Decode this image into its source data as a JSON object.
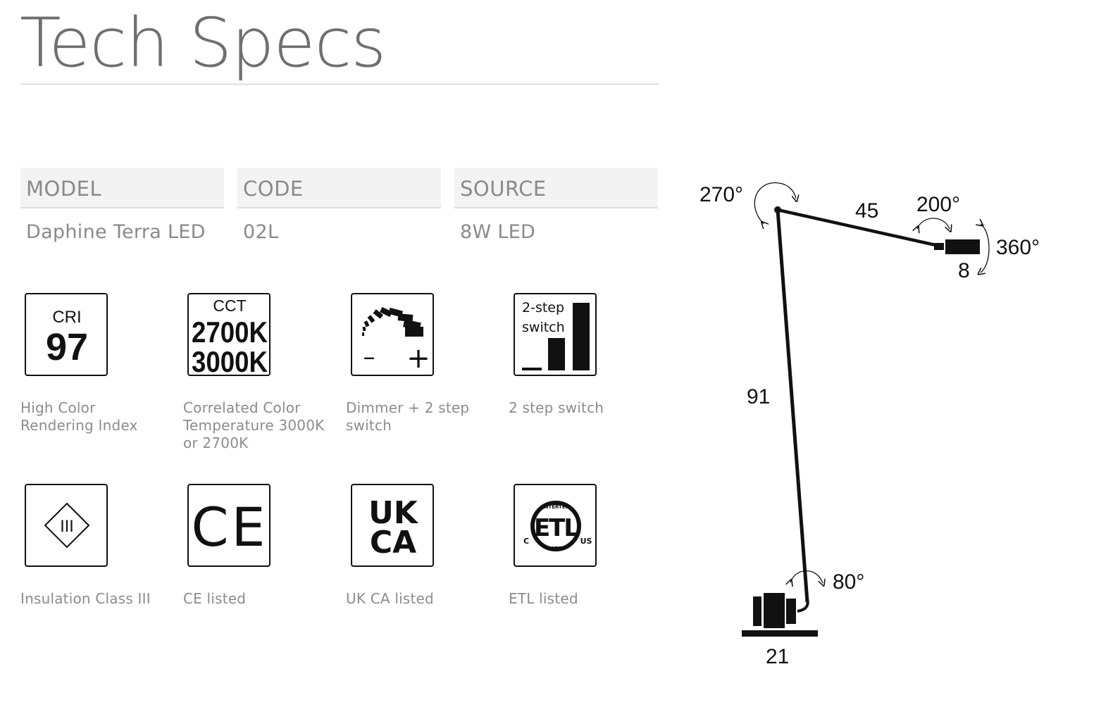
{
  "title": "Tech Specs",
  "specs": [
    {
      "header": "MODEL",
      "value": "Daphine Terra LED"
    },
    {
      "header": "CODE",
      "value": "02L"
    },
    {
      "header": "SOURCE",
      "value": "8W LED"
    }
  ],
  "features": [
    {
      "icon": "cri-icon",
      "lines": [
        "CRI",
        "97"
      ],
      "caption": "High Color Rendering Index"
    },
    {
      "icon": "cct-icon",
      "lines": [
        "CCT",
        "2700K",
        "3000K"
      ],
      "caption": "Correlated Color Temperature 3000K or 2700K"
    },
    {
      "icon": "dimmer-icon",
      "symbols": [
        "–",
        "+"
      ],
      "caption": "Dimmer + 2 step switch"
    },
    {
      "icon": "two-step-switch-icon",
      "lines": [
        "2-step",
        "switch"
      ],
      "caption": "2 step switch"
    },
    {
      "icon": "insulation-class-iii-icon",
      "lines": [
        "III"
      ],
      "caption": "Insulation Class III"
    },
    {
      "icon": "ce-mark-icon",
      "lines": [
        "CE"
      ],
      "caption": "CE listed"
    },
    {
      "icon": "ukca-mark-icon",
      "lines": [
        "UK",
        "CA"
      ],
      "caption": "UK CA listed"
    },
    {
      "icon": "etl-mark-icon",
      "lines": [
        "ETL",
        "INTERTEK",
        "LISTED",
        "C",
        "US"
      ],
      "caption": "ETL listed"
    }
  ],
  "diagram": {
    "angles": {
      "base_joint": "270°",
      "head_joint": "200°",
      "head_rotation": "360°",
      "foot_joint": "80°"
    },
    "dimensions": {
      "arm": "45",
      "pole": "91",
      "head": "8",
      "base": "21"
    }
  },
  "colors": {
    "text": "#8a8a8a",
    "title": "#6f6f6f",
    "header_bg": "#f3f3f3",
    "icon_stroke": "#111111"
  }
}
